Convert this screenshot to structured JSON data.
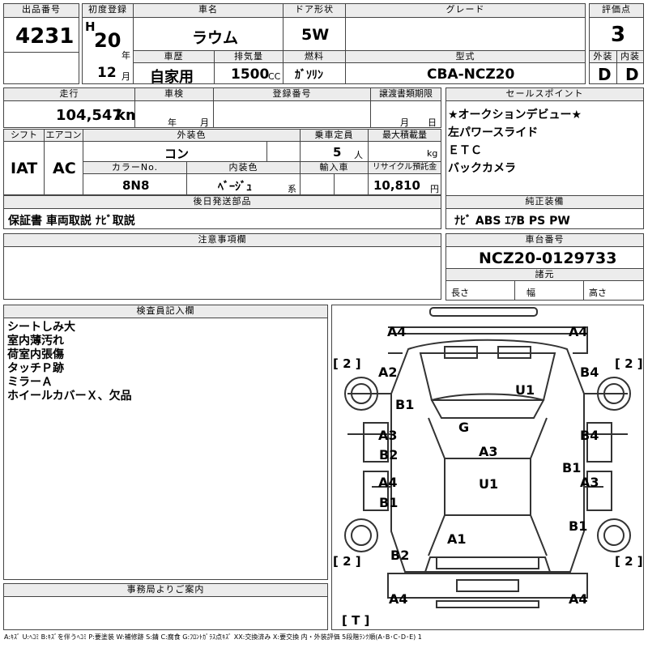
{
  "header": {
    "lot_label": "出品番号",
    "lot_no": "4231",
    "first_reg_label": "初度登録",
    "era": "H",
    "year": "20",
    "year_unit": "年",
    "month": "12",
    "month_unit": "月",
    "car_name_label": "車名",
    "car_name": "ラウム",
    "door_label": "ドア形状",
    "door": "5W",
    "grade_label": "グレード",
    "grade": "",
    "score_label": "評価点",
    "score": "3",
    "history_label": "車歴",
    "history": "自家用",
    "displacement_label": "排気量",
    "displacement": "1500",
    "cc": "CC",
    "fuel_label": "燃料",
    "fuel": "ｶﾞｿﾘﾝ",
    "model_label": "型式",
    "model": "CBA-NCZ20",
    "ext_label": "外装",
    "ext": "D",
    "int_label": "内装",
    "int": "D"
  },
  "row2": {
    "mileage_label": "走行",
    "mileage": "104,547",
    "km": "km",
    "inspection_label": "車検",
    "insp_year_unit": "年",
    "insp_month_unit": "月",
    "regno_label": "登録番号",
    "transfer_label": "譲渡書類期限",
    "transfer_month": "月",
    "transfer_day": "日",
    "shift_label": "シフト",
    "shift": "IAT",
    "aircon_label": "エアコン",
    "aircon": "AC",
    "ext_color_label": "外装色",
    "ext_color": "コン",
    "capacity_label": "乗車定員",
    "capacity": "5",
    "capacity_unit": "人",
    "maxload_label": "最大積載量",
    "maxload_unit": "kg",
    "colorno_label": "カラーNo.",
    "colorno": "8N8",
    "int_color_label": "内装色",
    "int_color": "ﾍﾞｰｼﾞｭ",
    "int_color_unit": "系",
    "import_label": "輸入車",
    "recycle_label": "リサイクル預託金",
    "recycle": "10,810",
    "yen": "円",
    "later_parts_label": "後日発送部品",
    "later_parts": "保証書 車両取説 ﾅﾋﾞ取説"
  },
  "sales": {
    "label": "セールスポイント",
    "lines": [
      "★オークションデビュー★",
      "左パワースライド",
      "ＥＴＣ",
      "バックカメラ"
    ]
  },
  "equipment": {
    "label": "純正装備",
    "value": "ﾅﾋﾞ ABS ｴｱB PS PW"
  },
  "caution": {
    "label": "注意事項欄"
  },
  "chassis": {
    "label": "車台番号",
    "value": "NCZ20-0129733",
    "dims_label": "諸元",
    "length": "長さ",
    "width": "幅",
    "height": "高さ"
  },
  "inspector": {
    "label": "検査員記入欄",
    "lines": [
      "シートしみ大",
      "室内薄汚れ",
      "荷室内張傷",
      "タッチＰ跡",
      "ミラーＡ",
      "ホイールカバーＸ、欠品"
    ]
  },
  "office": {
    "label": "事務局よりご案内"
  },
  "diagram": {
    "marks": [
      "A4",
      "A4",
      "[ 2 ]",
      "[ 2 ]",
      "A2",
      "B4",
      "U1",
      "B1",
      "G",
      "A3",
      "B4",
      "B2",
      "A3",
      "B1",
      "A4",
      "A3",
      "U1",
      "B1",
      "B1",
      "A1",
      "[ 2 ]",
      "[ 2 ]",
      "B2",
      "A4",
      "A4",
      "[ T ]"
    ]
  },
  "legend": "A:ｷｽﾞ U:ﾍｺﾐ B:ｷｽﾞを伴うﾍｺﾐ P:要塗装 W:補修跡 S:錆 C:腐食 G:ﾌﾛﾝﾄｶﾞﾗｽ点ｷｽﾞ XX:交換済み X:要交換 内・外装評価 5段階ﾗﾝｸ順(A･B･C･D･E) 1"
}
